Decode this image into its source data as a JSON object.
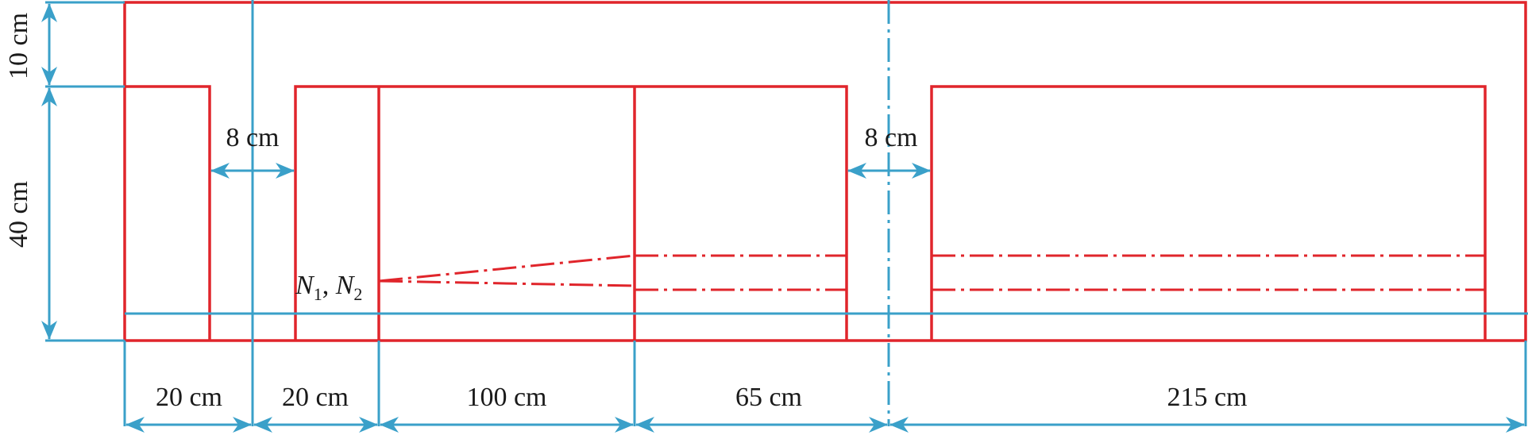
{
  "colors": {
    "outline": "#e0252b",
    "dimension": "#3aa0c9",
    "text": "#1a1a1a"
  },
  "labels": {
    "dim_top_height": "10 cm",
    "dim_main_height": "40 cm",
    "gap_left": "8 cm",
    "gap_right": "8 cm",
    "node_N1": "N",
    "node_N1_sub": "1",
    "node_sep": ", ",
    "node_N2": "N",
    "node_N2_sub": "2"
  },
  "bottom_dims": [
    {
      "label": "20 cm"
    },
    {
      "label": "20 cm"
    },
    {
      "label": "100 cm"
    },
    {
      "label": "65 cm"
    },
    {
      "label": "215 cm"
    }
  ]
}
